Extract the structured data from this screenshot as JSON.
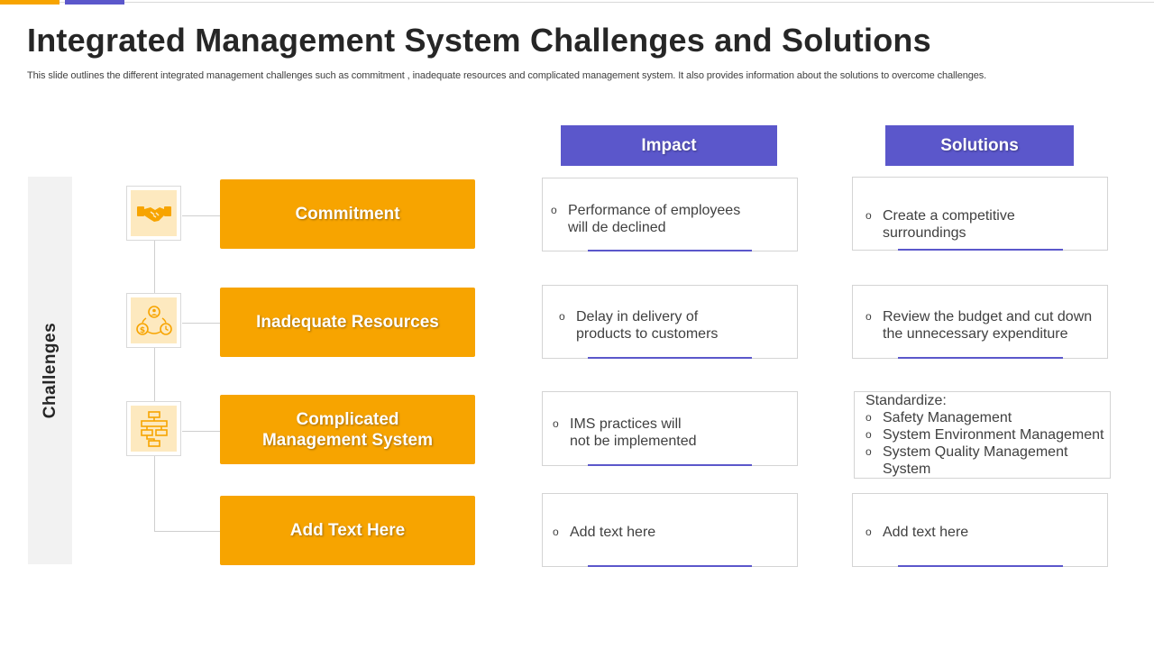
{
  "slide": {
    "title": "Integrated Management System Challenges and Solutions",
    "subtitle": "This slide outlines the different integrated management challenges such as commitment , inadequate resources and complicated management system. It also provides information about the solutions to overcome challenges.",
    "side_label": "Challenges"
  },
  "columns": {
    "impact": "Impact",
    "solutions": "Solutions"
  },
  "colors": {
    "accent_orange": "#f7a400",
    "accent_purple": "#5b57cb",
    "icon_bg": "#fde9bf"
  },
  "bullet_glyph": "o",
  "rows": [
    {
      "icon": "handshake-icon",
      "challenge": "Commitment",
      "impact": [
        "Performance of employees",
        "will de declined"
      ],
      "solution": [
        "Create a competitive",
        "surroundings"
      ]
    },
    {
      "icon": "resources-cycle-icon",
      "challenge": "Inadequate Resources",
      "impact": [
        "Delay in delivery of",
        "products to customers"
      ],
      "solution": [
        "Review the budget and cut down",
        "the unnecessary expenditure"
      ]
    },
    {
      "icon": "flowchart-icon",
      "challenge_lines": [
        "Complicated",
        "Management System"
      ],
      "impact": [
        "IMS practices will",
        "not be implemented"
      ],
      "solution_intro": "Standardize:",
      "solution_items": [
        "Safety Management",
        "System Environment Management",
        "System Quality Management",
        "System"
      ]
    },
    {
      "challenge": "Add Text Here",
      "impact": [
        "Add text here"
      ],
      "solution": [
        "Add text here"
      ]
    }
  ]
}
